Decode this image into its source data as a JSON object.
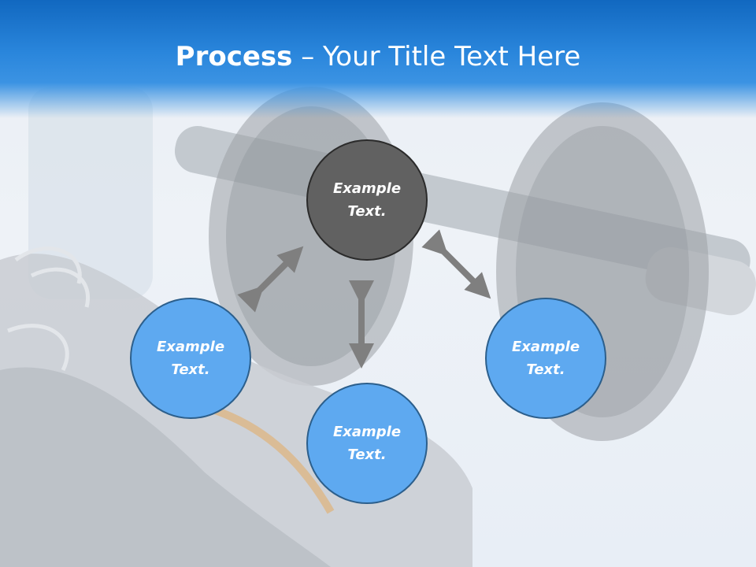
{
  "title": {
    "bold": "Process",
    "separator": " – ",
    "rest": "Your Title Text Here"
  },
  "nodes": {
    "top": {
      "line1": "Example",
      "line2": "Text."
    },
    "left": {
      "line1": "Example",
      "line2": "Text."
    },
    "bottom": {
      "line1": "Example",
      "line2": "Text."
    },
    "right": {
      "line1": "Example",
      "line2": "Text."
    }
  },
  "colors": {
    "header": "#1168c0",
    "node_blue": "#5ea9f0",
    "node_dark": "#616161",
    "arrow": "#7f7f7f"
  }
}
